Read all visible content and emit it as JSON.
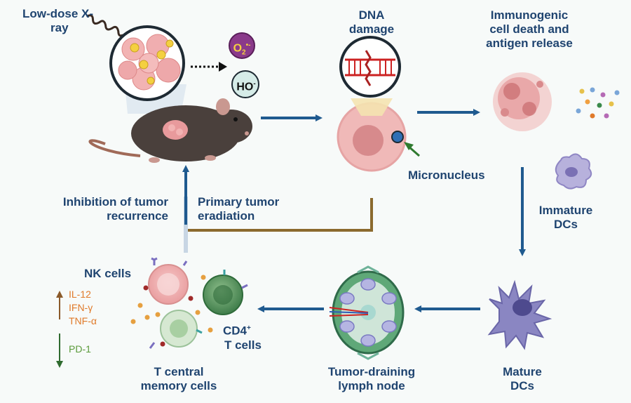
{
  "labels": {
    "xray_line1": "Low-dose X-",
    "xray_line2": "ray",
    "dna_line1": "DNA",
    "dna_line2": "damage",
    "icd_line1": "Immunogenic",
    "icd_line2": "cell death and",
    "icd_line3": "antigen release",
    "micronucleus": "Micronucleus",
    "immature_line1": "Immature",
    "immature_line2": "DCs",
    "mature_line1": "Mature",
    "mature_line2": "DCs",
    "lymph_line1": "Tumor-draining",
    "lymph_line2": "lymph node",
    "tcm_line1": "T central",
    "tcm_line2": "memory cells",
    "nk": "NK  cells",
    "cd4_prefix": "CD4",
    "cd4_sup": "+",
    "cd4_line2": "T  cells",
    "inhibition_line1": "Inhibition of tumor",
    "inhibition_line2": "recurrence",
    "primary_line1": "Primary tumor",
    "primary_line2": "eradiation"
  },
  "ros": {
    "superoxide_base": "O",
    "superoxide_sub": "2",
    "superoxide_sup": "•-",
    "hydroxyl_base": "HO",
    "hydroxyl_sup": "-"
  },
  "cytokines": {
    "up": [
      "IL-12",
      "IFN-γ",
      "TNF-α"
    ],
    "down": "PD-1"
  },
  "colors": {
    "label": "#1f4470",
    "arrow": "#1f5a8f",
    "cytokine_up": "#e07a2a",
    "cytokine_down": "#5a9a3a",
    "brown_path": "#8b6a2e"
  }
}
